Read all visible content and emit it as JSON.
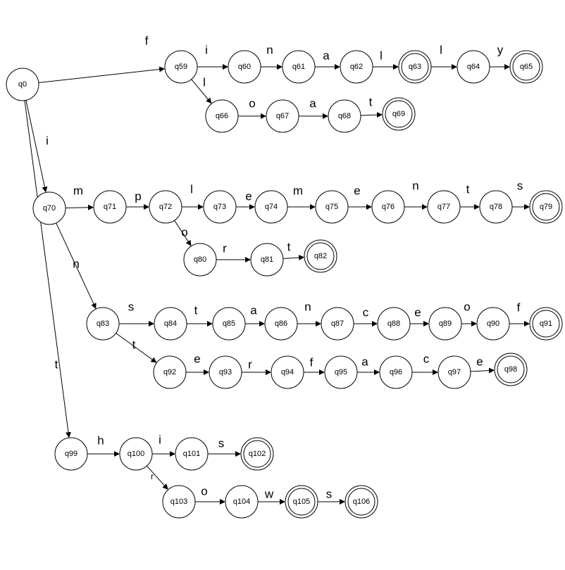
{
  "states": {
    "q0": {
      "label": "q0",
      "accepting": false
    },
    "q59": {
      "label": "q59",
      "accepting": false
    },
    "q60": {
      "label": "q60",
      "accepting": false
    },
    "q61": {
      "label": "q61",
      "accepting": false
    },
    "q62": {
      "label": "q62",
      "accepting": false
    },
    "q63": {
      "label": "q63",
      "accepting": true
    },
    "q64": {
      "label": "q64",
      "accepting": false
    },
    "q65": {
      "label": "q65",
      "accepting": true
    },
    "q66": {
      "label": "q66",
      "accepting": false
    },
    "q67": {
      "label": "q67",
      "accepting": false
    },
    "q68": {
      "label": "q68",
      "accepting": false
    },
    "q69": {
      "label": "q69",
      "accepting": true
    },
    "q70": {
      "label": "q70",
      "accepting": false
    },
    "q71": {
      "label": "q71",
      "accepting": false
    },
    "q72": {
      "label": "q72",
      "accepting": false
    },
    "q73": {
      "label": "q73",
      "accepting": false
    },
    "q74": {
      "label": "q74",
      "accepting": false
    },
    "q75": {
      "label": "q75",
      "accepting": false
    },
    "q76": {
      "label": "q76",
      "accepting": false
    },
    "q77": {
      "label": "q77",
      "accepting": false
    },
    "q78": {
      "label": "q78",
      "accepting": false
    },
    "q79": {
      "label": "q79",
      "accepting": true
    },
    "q80": {
      "label": "q80",
      "accepting": false
    },
    "q81": {
      "label": "q81",
      "accepting": false
    },
    "q82": {
      "label": "q82",
      "accepting": true
    },
    "q83": {
      "label": "q83",
      "accepting": false
    },
    "q84": {
      "label": "q84",
      "accepting": false
    },
    "q85": {
      "label": "q85",
      "accepting": false
    },
    "q86": {
      "label": "q86",
      "accepting": false
    },
    "q87": {
      "label": "q87",
      "accepting": false
    },
    "q88": {
      "label": "q88",
      "accepting": false
    },
    "q89": {
      "label": "q89",
      "accepting": false
    },
    "q90": {
      "label": "q90",
      "accepting": false
    },
    "q91": {
      "label": "q91",
      "accepting": true
    },
    "q92": {
      "label": "q92",
      "accepting": false
    },
    "q93": {
      "label": "q93",
      "accepting": false
    },
    "q94": {
      "label": "q94",
      "accepting": false
    },
    "q95": {
      "label": "q95",
      "accepting": false
    },
    "q96": {
      "label": "q96",
      "accepting": false
    },
    "q97": {
      "label": "q97",
      "accepting": false
    },
    "q98": {
      "label": "q98",
      "accepting": true
    },
    "q99": {
      "label": "q99",
      "accepting": false
    },
    "q100": {
      "label": "q100",
      "accepting": false
    },
    "q101": {
      "label": "q101",
      "accepting": false
    },
    "q102": {
      "label": "q102",
      "accepting": true
    },
    "q103": {
      "label": "q103",
      "accepting": false
    },
    "q104": {
      "label": "q104",
      "accepting": false
    },
    "q105": {
      "label": "q105",
      "accepting": true
    },
    "q106": {
      "label": "q106",
      "accepting": true
    }
  },
  "transitions": [
    {
      "from": "q0",
      "to": "q59",
      "symbol": "f"
    },
    {
      "from": "q59",
      "to": "q60",
      "symbol": "i"
    },
    {
      "from": "q60",
      "to": "q61",
      "symbol": "n"
    },
    {
      "from": "q61",
      "to": "q62",
      "symbol": "a"
    },
    {
      "from": "q62",
      "to": "q63",
      "symbol": "l"
    },
    {
      "from": "q63",
      "to": "q64",
      "symbol": "l"
    },
    {
      "from": "q64",
      "to": "q65",
      "symbol": "y"
    },
    {
      "from": "q59",
      "to": "q66",
      "symbol": "l"
    },
    {
      "from": "q66",
      "to": "q67",
      "symbol": "o"
    },
    {
      "from": "q67",
      "to": "q68",
      "symbol": "a"
    },
    {
      "from": "q68",
      "to": "q69",
      "symbol": "t"
    },
    {
      "from": "q0",
      "to": "q70",
      "symbol": "i"
    },
    {
      "from": "q70",
      "to": "q71",
      "symbol": "m"
    },
    {
      "from": "q71",
      "to": "q72",
      "symbol": "p"
    },
    {
      "from": "q72",
      "to": "q73",
      "symbol": "l"
    },
    {
      "from": "q73",
      "to": "q74",
      "symbol": "e"
    },
    {
      "from": "q74",
      "to": "q75",
      "symbol": "m"
    },
    {
      "from": "q75",
      "to": "q76",
      "symbol": "e"
    },
    {
      "from": "q76",
      "to": "q77",
      "symbol": "n"
    },
    {
      "from": "q77",
      "to": "q78",
      "symbol": "t"
    },
    {
      "from": "q78",
      "to": "q79",
      "symbol": "s"
    },
    {
      "from": "q72",
      "to": "q80",
      "symbol": "o"
    },
    {
      "from": "q80",
      "to": "q81",
      "symbol": "r"
    },
    {
      "from": "q81",
      "to": "q82",
      "symbol": "t"
    },
    {
      "from": "q70",
      "to": "q83",
      "symbol": "n"
    },
    {
      "from": "q83",
      "to": "q84",
      "symbol": "s"
    },
    {
      "from": "q84",
      "to": "q85",
      "symbol": "t"
    },
    {
      "from": "q85",
      "to": "q86",
      "symbol": "a"
    },
    {
      "from": "q86",
      "to": "q87",
      "symbol": "n"
    },
    {
      "from": "q87",
      "to": "q88",
      "symbol": "c"
    },
    {
      "from": "q88",
      "to": "q89",
      "symbol": "e"
    },
    {
      "from": "q89",
      "to": "q90",
      "symbol": "o"
    },
    {
      "from": "q90",
      "to": "q91",
      "symbol": "f"
    },
    {
      "from": "q83",
      "to": "q92",
      "symbol": "t"
    },
    {
      "from": "q92",
      "to": "q93",
      "symbol": "e"
    },
    {
      "from": "q93",
      "to": "q94",
      "symbol": "r"
    },
    {
      "from": "q94",
      "to": "q95",
      "symbol": "f"
    },
    {
      "from": "q95",
      "to": "q96",
      "symbol": "a"
    },
    {
      "from": "q96",
      "to": "q97",
      "symbol": "c"
    },
    {
      "from": "q97",
      "to": "q98",
      "symbol": "e"
    },
    {
      "from": "q0",
      "to": "q99",
      "symbol": "t"
    },
    {
      "from": "q99",
      "to": "q100",
      "symbol": "h"
    },
    {
      "from": "q100",
      "to": "q101",
      "symbol": "i"
    },
    {
      "from": "q101",
      "to": "q102",
      "symbol": "s"
    },
    {
      "from": "q100",
      "to": "q103",
      "symbol": "r"
    },
    {
      "from": "q103",
      "to": "q104",
      "symbol": "o"
    },
    {
      "from": "q104",
      "to": "q105",
      "symbol": "w"
    },
    {
      "from": "q105",
      "to": "q106",
      "symbol": "s"
    }
  ]
}
